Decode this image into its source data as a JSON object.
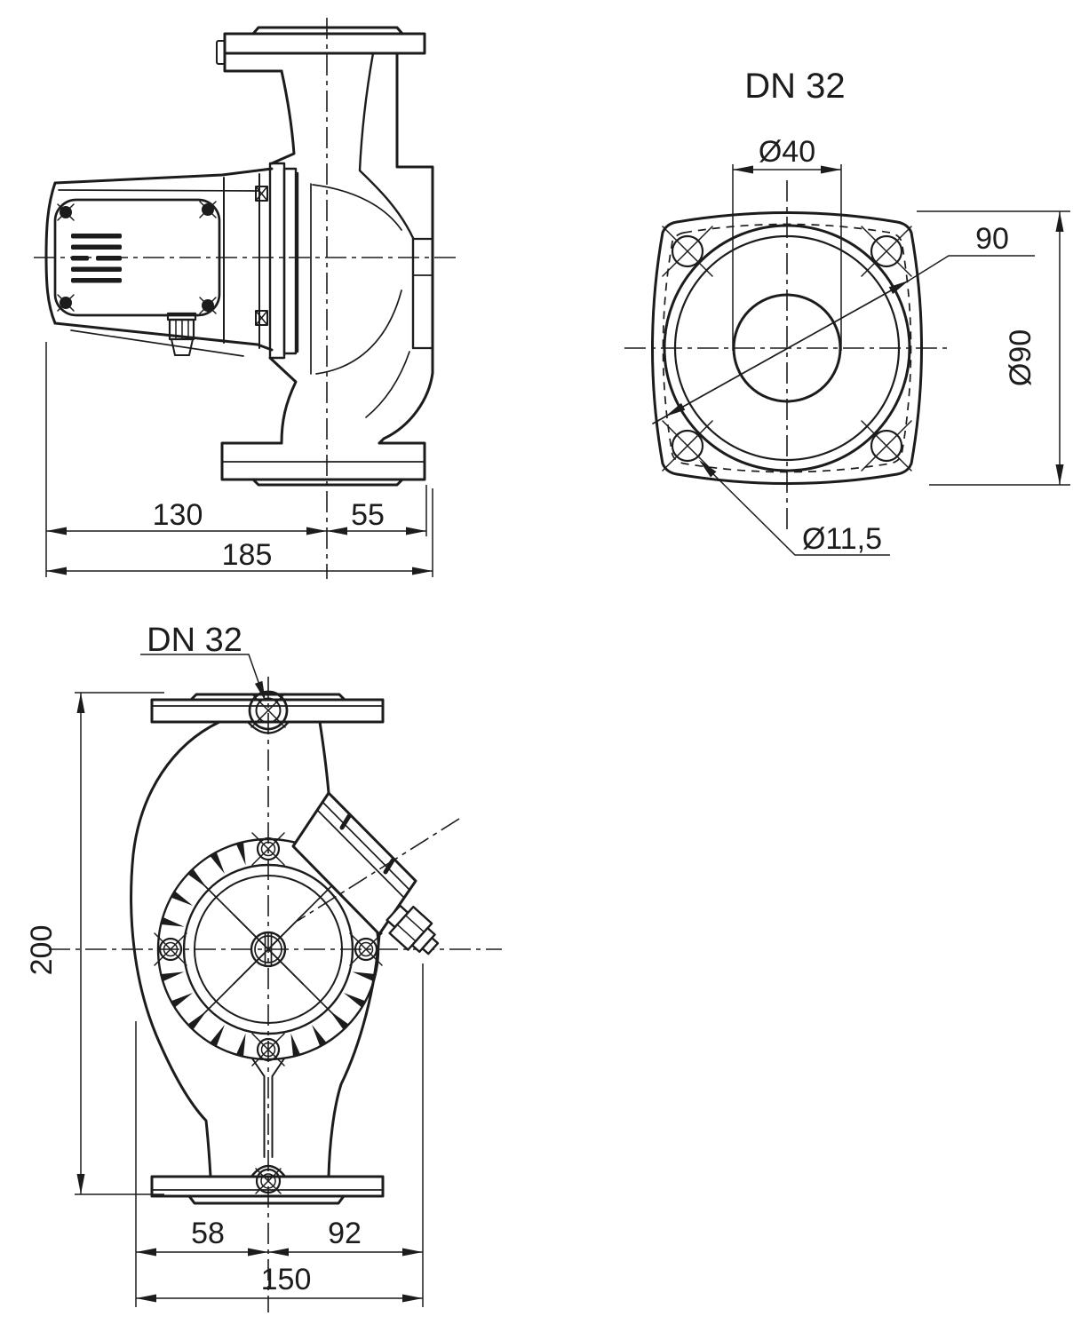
{
  "page": {
    "background": "#ffffff",
    "ink": "#1c1c1c"
  },
  "side_view": {
    "dim_depth_motor": "130",
    "dim_depth_casing": "55",
    "dim_depth_total": "185"
  },
  "flange_view": {
    "label_nominal": "DN 32",
    "dim_bore": "Ø40",
    "dim_bolt_diagonal": "90",
    "dim_flange_outer": "Ø90",
    "dim_bolt_hole": "Ø11,5"
  },
  "top_view": {
    "label_nominal": "DN 32",
    "dim_port_to_port": "200",
    "dim_axis_to_left": "58",
    "dim_axis_to_right": "92",
    "dim_overall_width": "150"
  }
}
